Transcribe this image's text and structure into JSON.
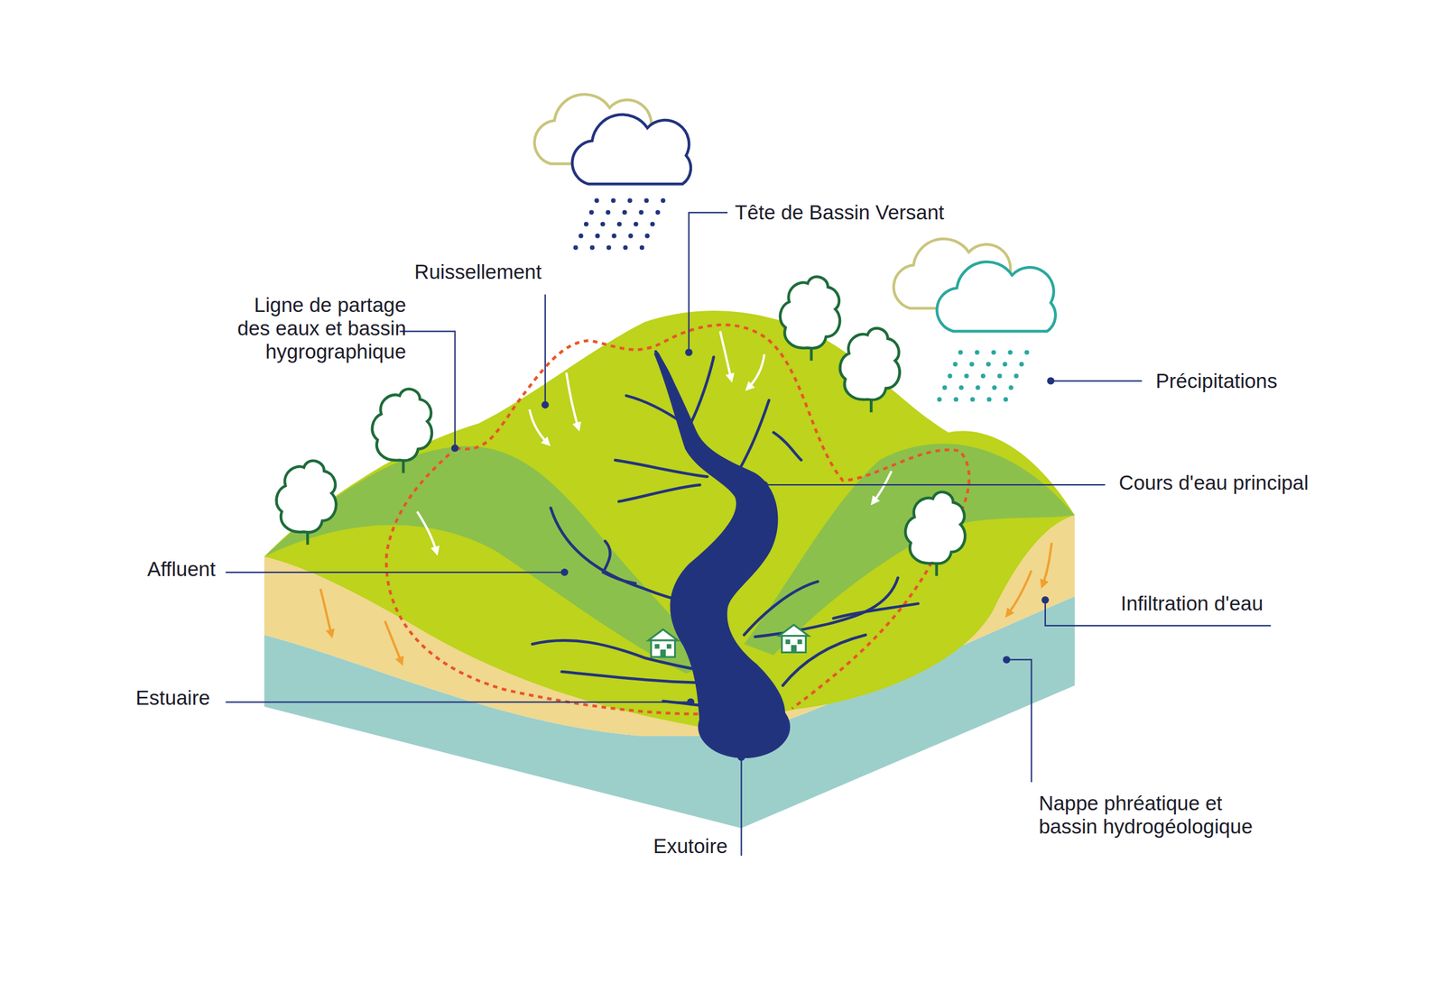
{
  "diagram": {
    "labels": [
      "Tête de Bassin Versant",
      "Ruissellement",
      "Ligne de partage des eaux et bassin hygrographique",
      "Précipitations",
      "Cours d'eau principal",
      "Affluent",
      "Infiltration d'eau",
      "Estuaire",
      "Nappe phréatique et bassin hydrogéologique",
      "Exutoire"
    ]
  }
}
